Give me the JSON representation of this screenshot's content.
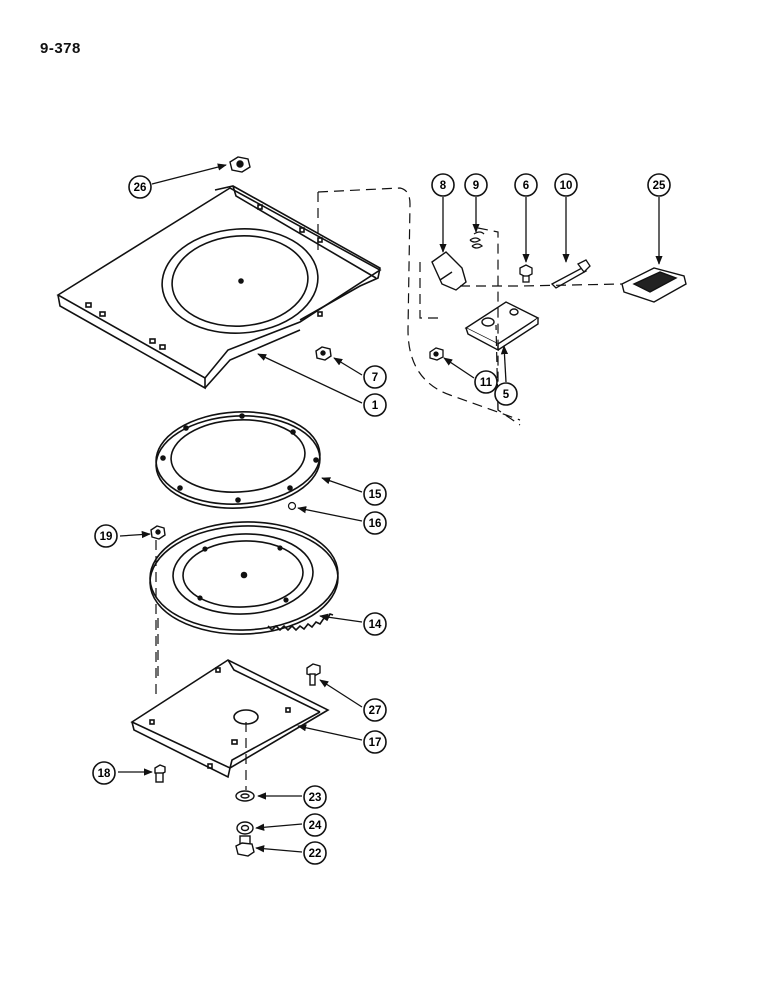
{
  "page_number": "9-378",
  "callouts": [
    {
      "id": "1",
      "label": "1"
    },
    {
      "id": "5",
      "label": "5"
    },
    {
      "id": "6",
      "label": "6"
    },
    {
      "id": "7",
      "label": "7"
    },
    {
      "id": "8",
      "label": "8"
    },
    {
      "id": "9",
      "label": "9"
    },
    {
      "id": "10",
      "label": "10"
    },
    {
      "id": "11",
      "label": "11"
    },
    {
      "id": "14",
      "label": "14"
    },
    {
      "id": "15",
      "label": "15"
    },
    {
      "id": "16",
      "label": "16"
    },
    {
      "id": "17",
      "label": "17"
    },
    {
      "id": "18",
      "label": "18"
    },
    {
      "id": "19",
      "label": "19"
    },
    {
      "id": "22",
      "label": "22"
    },
    {
      "id": "23",
      "label": "23"
    },
    {
      "id": "24",
      "label": "24"
    },
    {
      "id": "25",
      "label": "25"
    },
    {
      "id": "26",
      "label": "26"
    },
    {
      "id": "27",
      "label": "27"
    }
  ]
}
